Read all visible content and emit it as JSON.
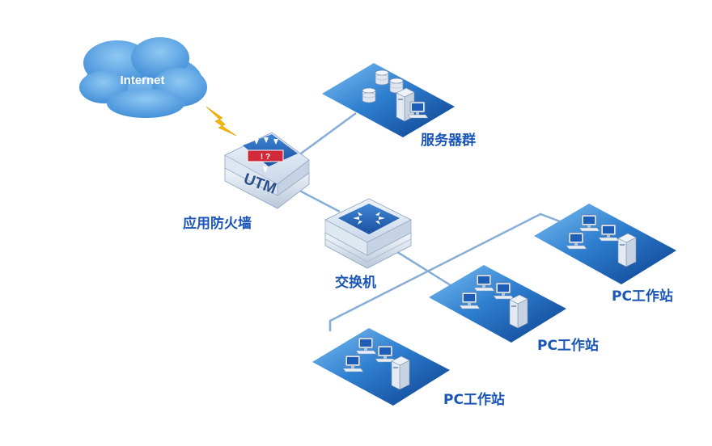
{
  "diagram": {
    "cloud": {
      "label": "Internet"
    },
    "firewall": {
      "badge": "UTM",
      "label": "应用防火墙",
      "glyphs": "!  ?"
    },
    "servers": {
      "label": "服务器群"
    },
    "switch": {
      "label": "交换机"
    },
    "workstations": [
      {
        "label": "PC工作站"
      },
      {
        "label": "PC工作站"
      },
      {
        "label": "PC工作站"
      }
    ],
    "colors": {
      "label": "#1a56b8",
      "cloud": "#5fa8e6",
      "link": "#7fa8d6",
      "lightning": "#f5b800",
      "platform_dark": "#0e4a9c",
      "platform_light": "#5aa9e8"
    },
    "icons": [
      "cloud-icon",
      "firewall-icon",
      "server-icon",
      "switch-icon",
      "pc-icon",
      "lightning-icon"
    ]
  }
}
